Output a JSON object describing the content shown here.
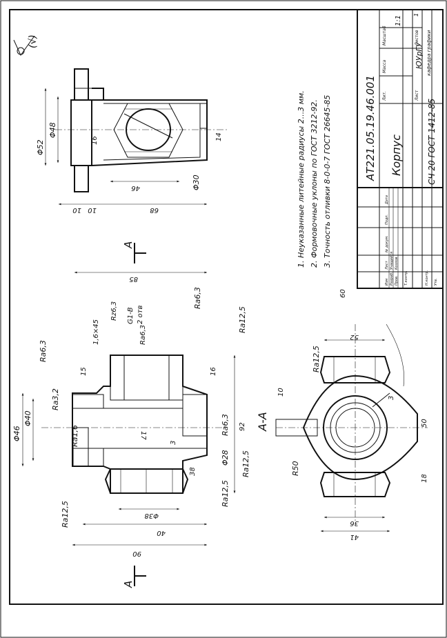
{
  "title_block": {
    "designation": "АТ221.05.19.46.001",
    "part_name": "Корпус",
    "material": "СЧ 20  ГОСТ 1412-85",
    "organization": "ЮУрГУ",
    "department": "кафедра графики",
    "scale": "1:1",
    "sheet_label": "Лист",
    "sheets_label": "Листов",
    "sheets_count": "1",
    "col_lit": "Лит.",
    "col_mass": "Масса",
    "col_scale": "Масштаб",
    "rows": [
      "Изм",
      "Лист",
      "№ докум.",
      "Подп.",
      "Дата"
    ],
    "role_developer": "Разраб.",
    "role_checker": "Пров.",
    "role_tcontrol": "Т.контр.",
    "role_ncontrol": "Н.контр.",
    "role_approved": "Утв.",
    "name_developer": "Учащийся",
    "name_checker": "Козлов"
  },
  "notes": [
    "1. Неуказанные литейные радиусы 2...3 мм.",
    "2. Формовочные уклоны по ГОСТ 3212-92.",
    "3. Точность отливки 8-0-0-7 ГОСТ 26645-85"
  ],
  "section_label": "А-А",
  "cut_label": "А",
  "roughness": {
    "general": "(√)",
    "ra63": "Ra6,3",
    "ra32": "Ra3,2",
    "ra16": "Ra1,6",
    "ra125": "Ra12,5",
    "rz63": "Rz6,3"
  },
  "dims": {
    "d52": "Φ52",
    "d48": "Φ48",
    "d16": "16",
    "d14": "14",
    "d46": "46",
    "d30": "Φ30",
    "d10a": "10",
    "d10b": "10",
    "d68": "68",
    "d85": "85",
    "d16b": "16",
    "d92": "92",
    "d3": "3",
    "d17": "17",
    "d28": "Φ28",
    "d38": "38",
    "d38d": "Φ38",
    "d40": "40",
    "d90": "90",
    "d15": "15",
    "d46b": "Φ46",
    "d40b": "Φ40",
    "chamfer": "1,6×45",
    "thread": "G1-B",
    "holes": "2 отв",
    "r50": "R50",
    "d10c": "10",
    "d50": "50",
    "d18": "18",
    "d36": "36",
    "d41": "41",
    "d52b": "52",
    "d60": "60",
    "d3b": "3"
  }
}
